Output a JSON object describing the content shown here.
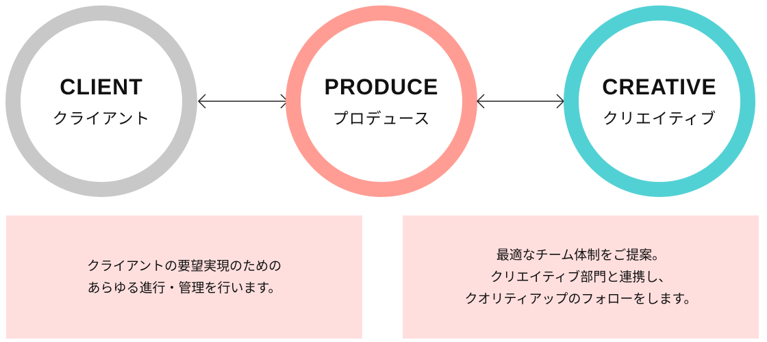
{
  "nodes": [
    {
      "en": "CLIENT",
      "jp": "クライアント",
      "color": "#c8c8c8"
    },
    {
      "en": "PRODUCE",
      "jp": "プロデュース",
      "color": "#ff9d94"
    },
    {
      "en": "CREATIVE",
      "jp": "クリエイティブ",
      "color": "#52d1d5"
    }
  ],
  "boxes": [
    {
      "lines": [
        "クライアントの要望実現のための",
        "あらゆる進行・管理を行います。"
      ]
    },
    {
      "lines": [
        "最適なチーム体制をご提案。",
        "クリエイティブ部門と連携し、",
        "クオリティアップのフォローをします。"
      ]
    }
  ],
  "box_color": "#ffdfde"
}
